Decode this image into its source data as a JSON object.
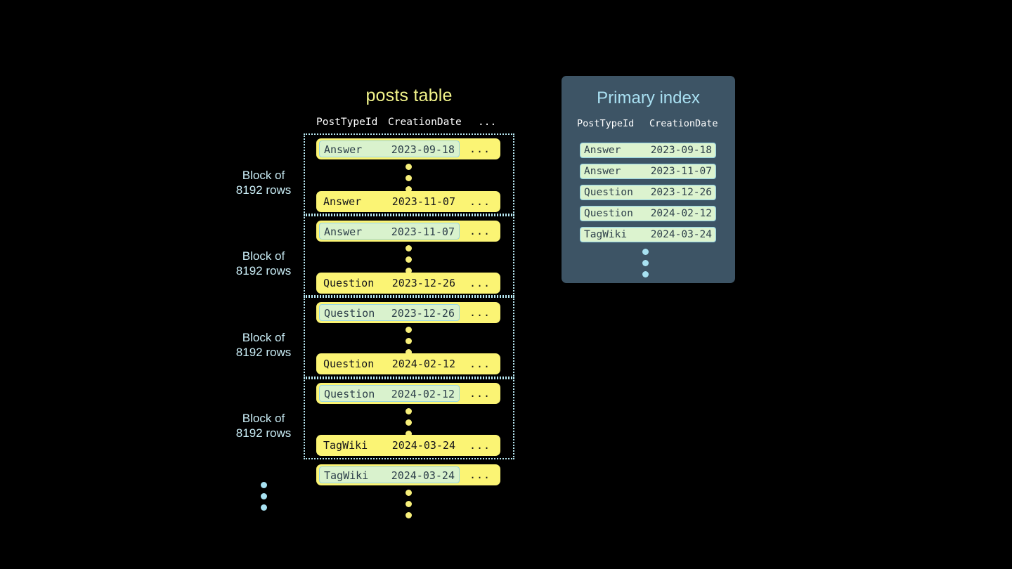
{
  "posts_table": {
    "title": "posts table",
    "headers": {
      "col1": "PostTypeId",
      "col2": "CreationDate",
      "col3": "..."
    },
    "more_cell": "...",
    "block_label": "Block of\n8192 rows",
    "block_label_line1": "Block of",
    "block_label_line2": "8192 rows",
    "blocks": [
      {
        "label_line1": "Block of",
        "label_line2": "8192 rows",
        "first_row": {
          "type": "Answer",
          "date": "2023-09-18",
          "more": "...",
          "highlighted": true
        },
        "last_row": {
          "type": "Answer",
          "date": "2023-11-07",
          "more": "...",
          "highlighted": false
        }
      },
      {
        "label_line1": "Block of",
        "label_line2": "8192 rows",
        "first_row": {
          "type": "Answer",
          "date": "2023-11-07",
          "more": "...",
          "highlighted": true
        },
        "last_row": {
          "type": "Question",
          "date": "2023-12-26",
          "more": "...",
          "highlighted": false
        }
      },
      {
        "label_line1": "Block of",
        "label_line2": "8192 rows",
        "first_row": {
          "type": "Question",
          "date": "2023-12-26",
          "more": "...",
          "highlighted": true
        },
        "last_row": {
          "type": "Question",
          "date": "2024-02-12",
          "more": "...",
          "highlighted": false
        }
      },
      {
        "label_line1": "Block of",
        "label_line2": "8192 rows",
        "first_row": {
          "type": "Question",
          "date": "2024-02-12",
          "more": "...",
          "highlighted": true
        },
        "last_row": {
          "type": "TagWiki",
          "date": "2024-03-24",
          "more": "...",
          "highlighted": false
        }
      }
    ],
    "trailing_row": {
      "type": "TagWiki",
      "date": "2024-03-24",
      "more": "...",
      "highlighted": true
    }
  },
  "primary_index": {
    "title": "Primary index",
    "headers": {
      "col1": "PostTypeId",
      "col2": "CreationDate"
    },
    "rows": [
      {
        "type": "Answer",
        "date": "2023-09-18"
      },
      {
        "type": "Answer",
        "date": "2023-11-07"
      },
      {
        "type": "Question",
        "date": "2023-12-26"
      },
      {
        "type": "Question",
        "date": "2024-02-12"
      },
      {
        "type": "TagWiki",
        "date": "2024-03-24"
      }
    ]
  },
  "colors": {
    "background": "#000000",
    "row_yellow": "#fbf474",
    "highlight_green": "#d9f2cd",
    "highlight_border": "#96d4e6",
    "panel_slate": "#3d5465",
    "accent_cyan": "#a9e0f2",
    "title_yellow": "#f2f48a",
    "dot_yellow": "#f7ef7a",
    "dot_cyan": "#a8e2f2"
  }
}
